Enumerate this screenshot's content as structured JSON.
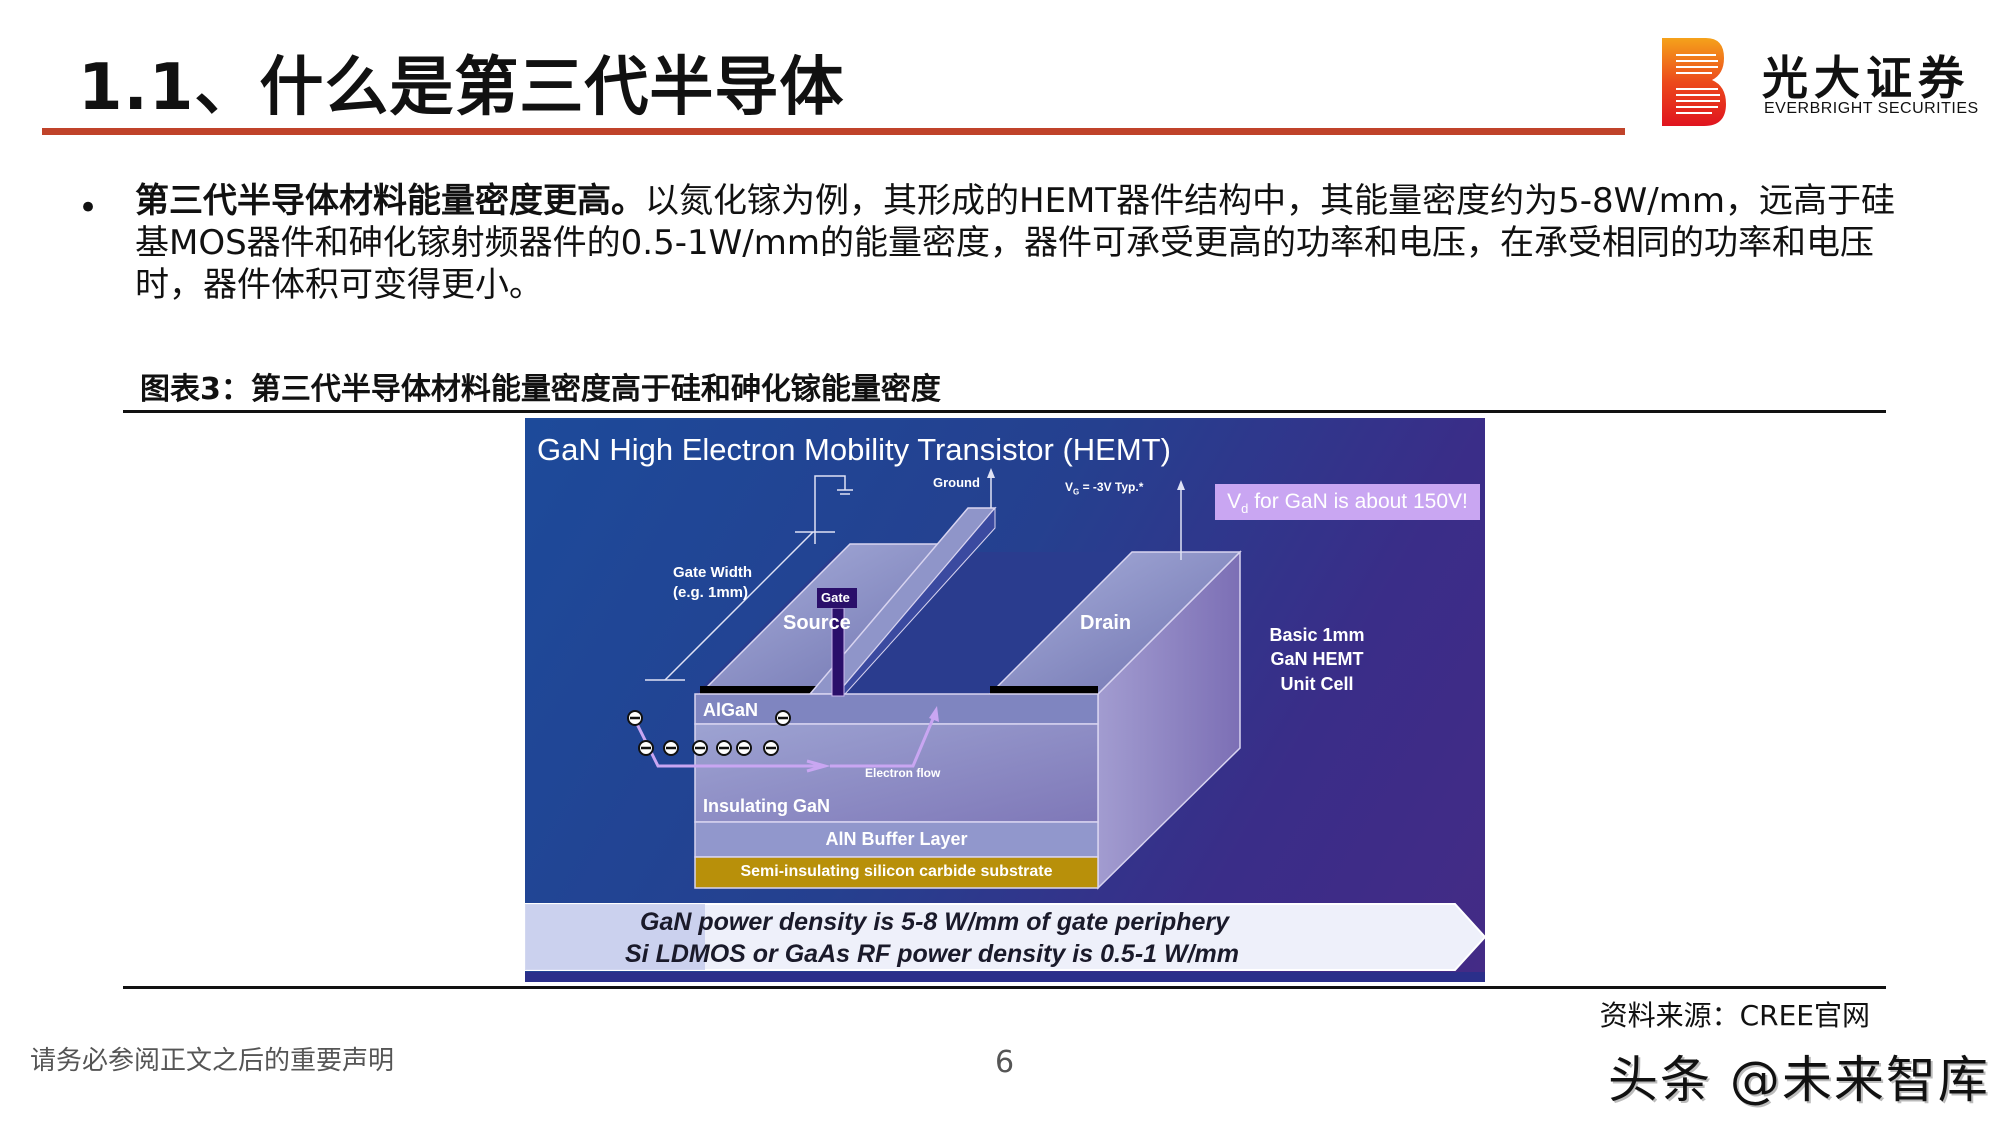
{
  "header": {
    "title": "1.1、什么是第三代半导体",
    "accent_color": "#c0432a",
    "logo": {
      "icon": "everbright-b-logo-icon",
      "name_cn": "光大证券",
      "name_en": "EVERBRIGHT SECURITIES"
    }
  },
  "bullet": {
    "bold_lead": "第三代半导体材料能量密度更高。",
    "body": "以氮化镓为例，其形成的HEMT器件结构中，其能量密度约为5-8W/mm，远高于硅基MOS器件和砷化镓射频器件的0.5-1W/mm的能量密度，器件可承受更高的功率和电压，在承受相同的功率和电压时，器件体积可变得更小。"
  },
  "figure": {
    "caption": "图表3：第三代半导体材料能量密度高于硅和砷化镓能量密度",
    "title": "GaN High Electron Mobility Transistor (HEMT)",
    "labels": {
      "ground": "Ground",
      "vg": "V",
      "vg_sub": "G",
      "vg_rest": " = -3V Typ.*",
      "vd": "V",
      "vd_sub": "d",
      "vd_rest": " for GaN is about 150V!",
      "gate_width_1": "Gate Width",
      "gate_width_2": "(e.g. 1mm)",
      "source": "Source",
      "gate": "Gate",
      "drain": "Drain",
      "unit_cell_1": "Basic 1mm",
      "unit_cell_2": "GaN HEMT",
      "unit_cell_3": "Unit Cell",
      "electron_flow": "Electron flow"
    },
    "layers": [
      "AlGaN",
      "Insulating GaN",
      "AlN Buffer Layer",
      "Semi-insulating silicon carbide substrate"
    ],
    "banner": [
      "GaN power density is 5-8 W/mm of gate periphery",
      "Si LDMOS or GaAs RF power density is 0.5-1 W/mm"
    ],
    "colors": {
      "background": "#25408f",
      "substrate": "#b8900a",
      "vd_box": "#c9a6f2",
      "gate": "#2a0f6a"
    }
  },
  "source": "资料来源：CREE官网",
  "footer": {
    "disclaimer": "请务必参阅正文之后的重要声明",
    "page": "6",
    "watermark": "头条 @未来智库"
  }
}
